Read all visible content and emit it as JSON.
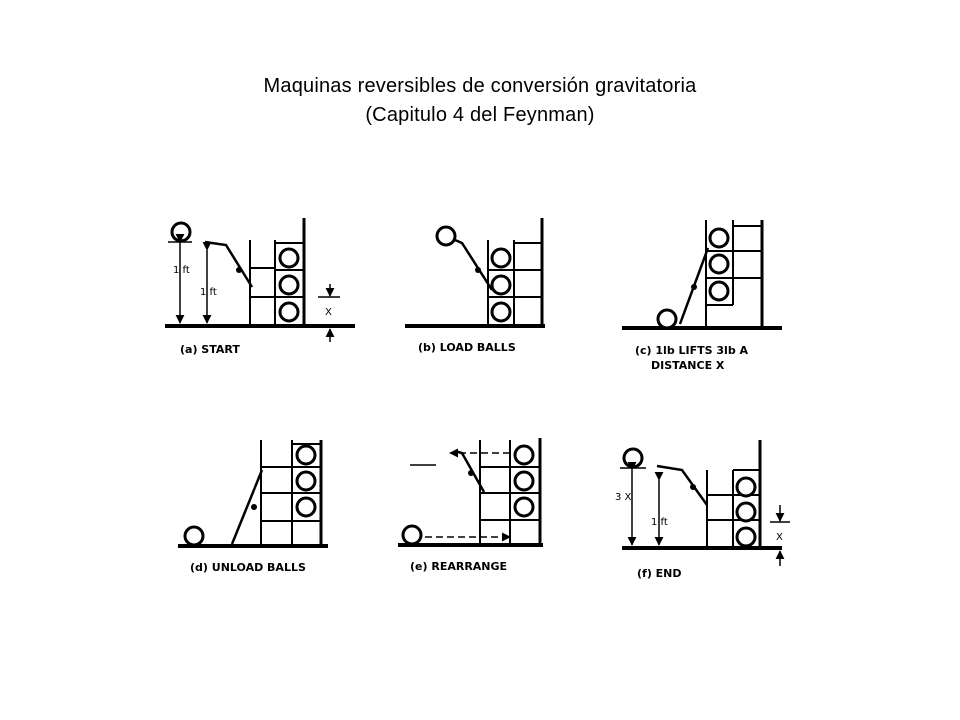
{
  "title": {
    "line1": "Maquinas reversibles de conversión gravitatoria",
    "line2": "(Capitulo 4 del Feynman)"
  },
  "panels": [
    {
      "caption": "(a) START",
      "labels": {
        "one_ft_left": "1 ft",
        "one_ft_right": "1 ft",
        "x": "X"
      }
    },
    {
      "caption": "(b) LOAD BALLS"
    },
    {
      "caption_line1": "(c)  1lb LIFTS 3lb A",
      "caption_line2": "DISTANCE X"
    },
    {
      "caption": "(d) UNLOAD BALLS"
    },
    {
      "caption": "(e) REARRANGE"
    },
    {
      "caption": "(f) END",
      "labels": {
        "three_x": "3 X",
        "one_ft": "1 ft",
        "x": "X"
      }
    }
  ]
}
